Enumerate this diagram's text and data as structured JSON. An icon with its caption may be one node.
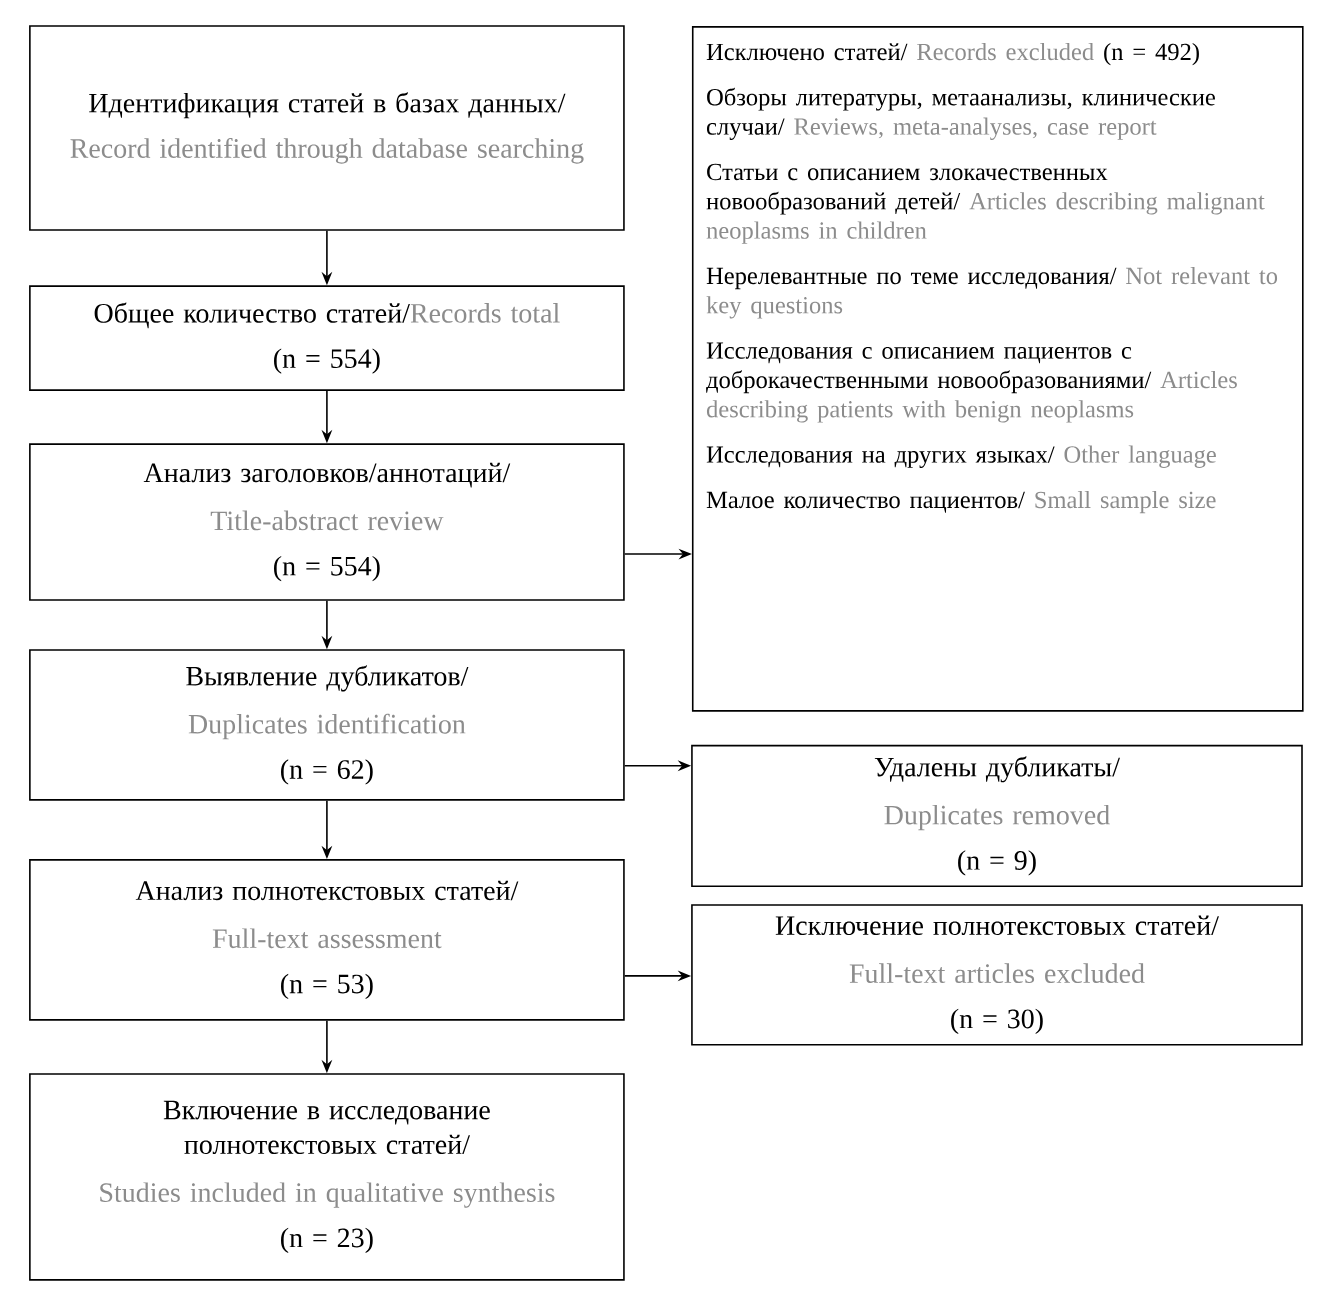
{
  "diagram": {
    "nodes": [
      {
        "text": [
          "Идентификация статей в базах данных/",
          "Record identified through database searching"
        ]
      },
      {
        "text": [
          "Общее количество статей/",
          "Records total",
          "(n = 554)"
        ]
      },
      {
        "text": [
          "Анализ заголовков/аннотаций/",
          "Title-abstract review",
          "(n = 554)"
        ]
      },
      {
        "text": [
          "Выявление дубликатов/",
          "Duplicates identification",
          "(n = 62)"
        ]
      },
      {
        "text": [
          "Анализ полнотекстовых статей/",
          "Full-text assessment",
          "(n = 53)"
        ]
      },
      {
        "text": [
          "Включение в исследование полнотекстовых статей/",
          "Studies included in qualitative synthesis",
          "(n = 23)"
        ]
      },
      {
        "text": [
          "Исключено статей/",
          "Records excluded",
          "(n = 492)",
          "Обзоры литературы, метаанализы, клинические случаи/",
          "Reviews, meta-analyses, case report",
          "Статьи с описанием злокачественных новообразований детей/",
          "Articles describing malignant neoplasms in children",
          "Нерелевантные по теме исследования/",
          "Not relevant to key questions",
          "Исследования с описанием пациентов с доброкачественными новообразованиями/",
          "Articles describing patients with benign neoplasms",
          "Исследования на других языках/",
          "Other language",
          "Малое количество пациентов/",
          "Small sample size"
        ]
      },
      {
        "text": [
          "Удалены дубликаты/",
          "Duplicates removed",
          "(n = 9)"
        ]
      },
      {
        "text": [
          "Исключение полнотекстовых статей/",
          "Full-text articles excluded",
          "(n = 30)"
        ]
      }
    ],
    "edges": [
      {
        "from": 0,
        "to": 1,
        "arrow": "to"
      },
      {
        "from": 1,
        "to": 2,
        "arrow": "to"
      },
      {
        "from": 2,
        "to": 3,
        "arrow": "to"
      },
      {
        "from": 3,
        "to": 4,
        "arrow": "to"
      },
      {
        "from": 4,
        "to": 5,
        "arrow": "to"
      },
      {
        "from": 2,
        "to": 6,
        "arrow": "to"
      },
      {
        "from": 3,
        "to": 7,
        "arrow": "to"
      },
      {
        "from": 4,
        "to": 8,
        "arrow": "to"
      }
    ]
  }
}
